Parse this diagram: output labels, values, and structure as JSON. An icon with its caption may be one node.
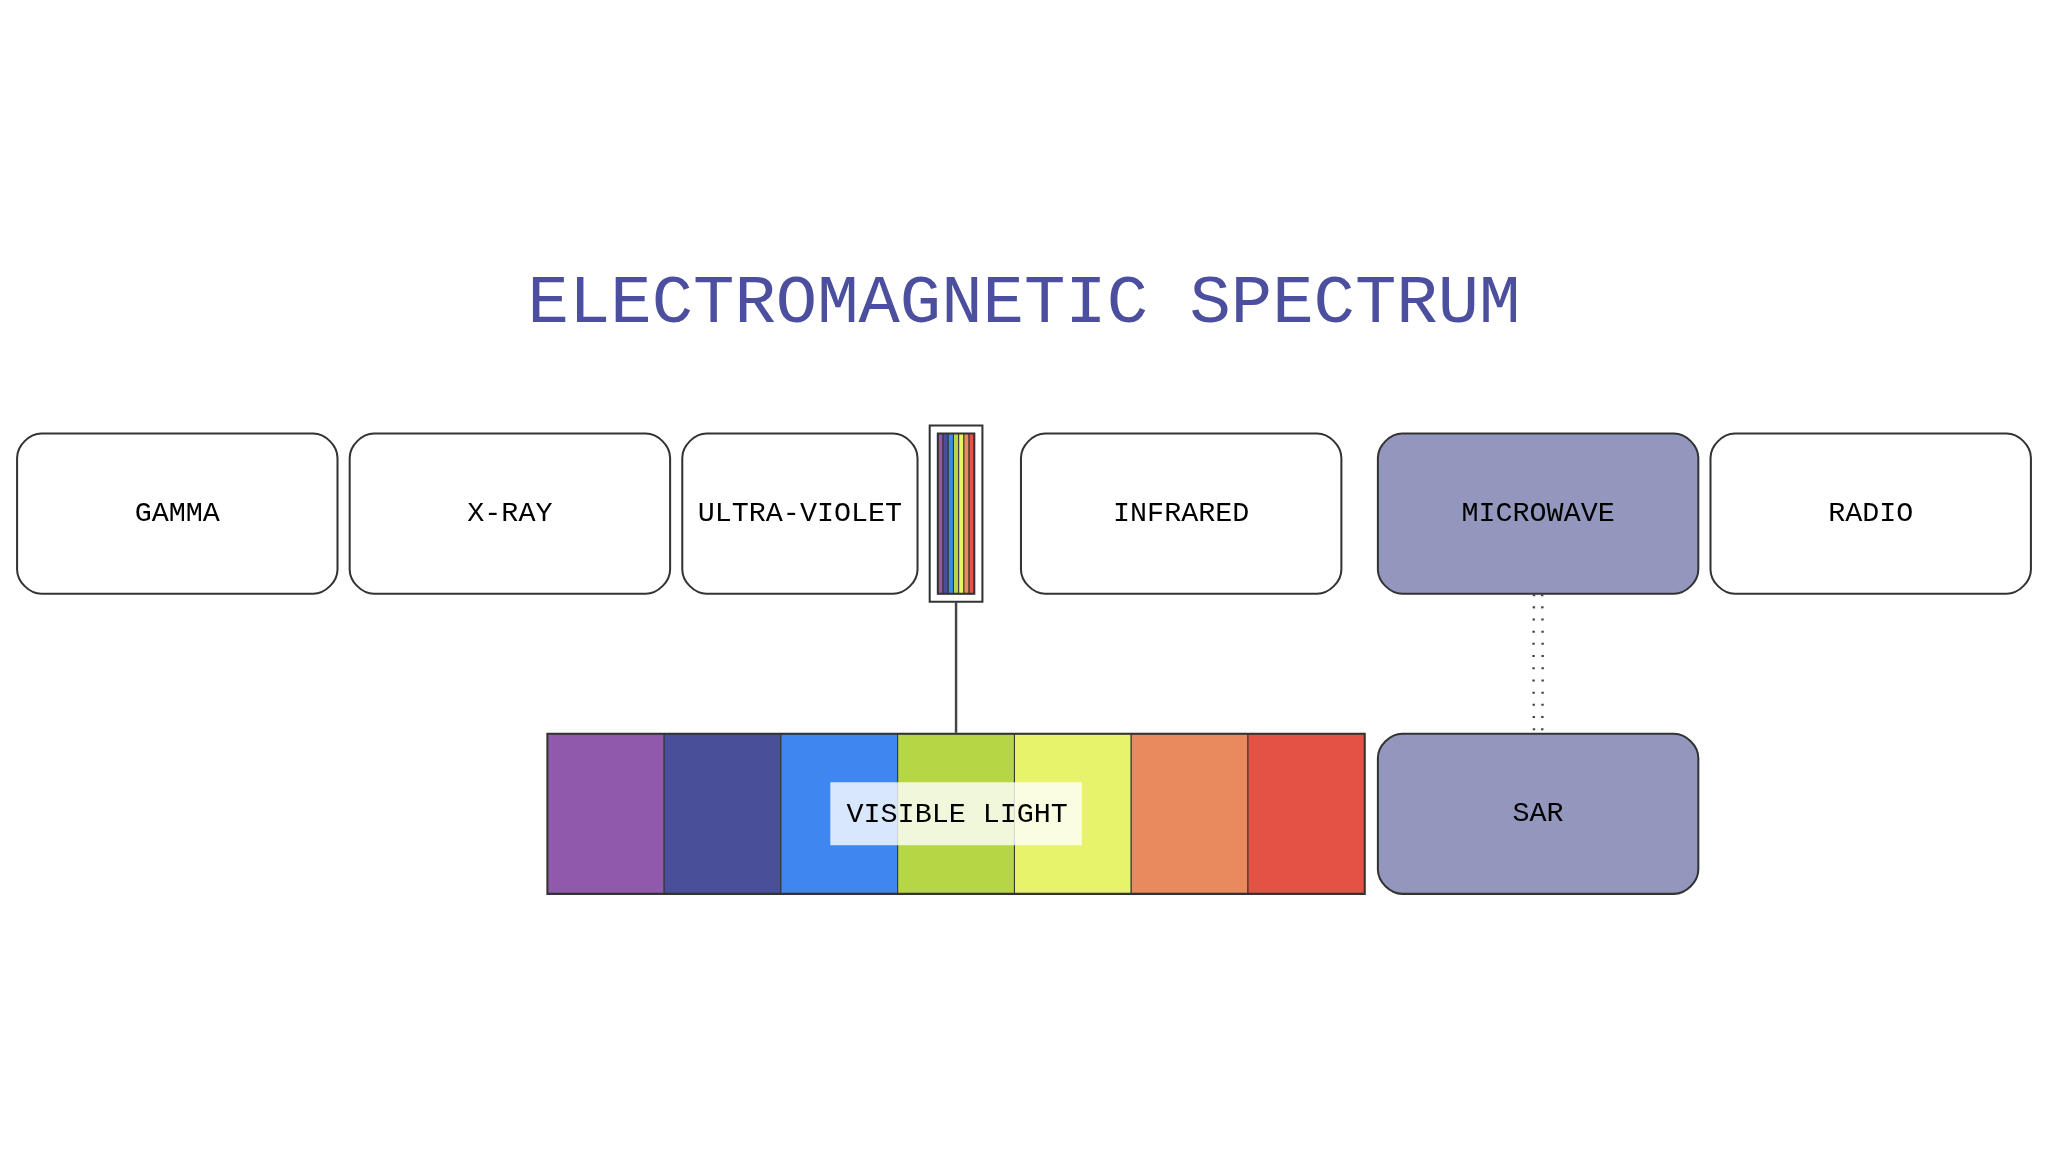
{
  "diagram": {
    "title": "ELECTROMAGNETIC SPECTRUM",
    "nodes": [
      {
        "text": [
          "GAMMA"
        ]
      },
      {
        "text": [
          "X-RAY"
        ]
      },
      {
        "text": [
          "ULTRA-VIOLET"
        ]
      },
      {
        "text": [],
        "shape": "bar"
      },
      {
        "text": [
          "INFRARED"
        ]
      },
      {
        "text": [
          "MICROWAVE"
        ]
      },
      {
        "text": [
          "RADIO"
        ]
      },
      {
        "text": [
          "VISIBLE LIGHT"
        ]
      },
      {
        "text": [
          "SAR"
        ]
      }
    ],
    "edges": [
      {
        "from": 3,
        "to": 7,
        "arrow": "none"
      },
      {
        "from": 5,
        "to": 8,
        "arrow": "none",
        "style": "dashed"
      },
      {
        "from": 5,
        "to": 8,
        "arrow": "none",
        "style": "dashed"
      }
    ]
  }
}
